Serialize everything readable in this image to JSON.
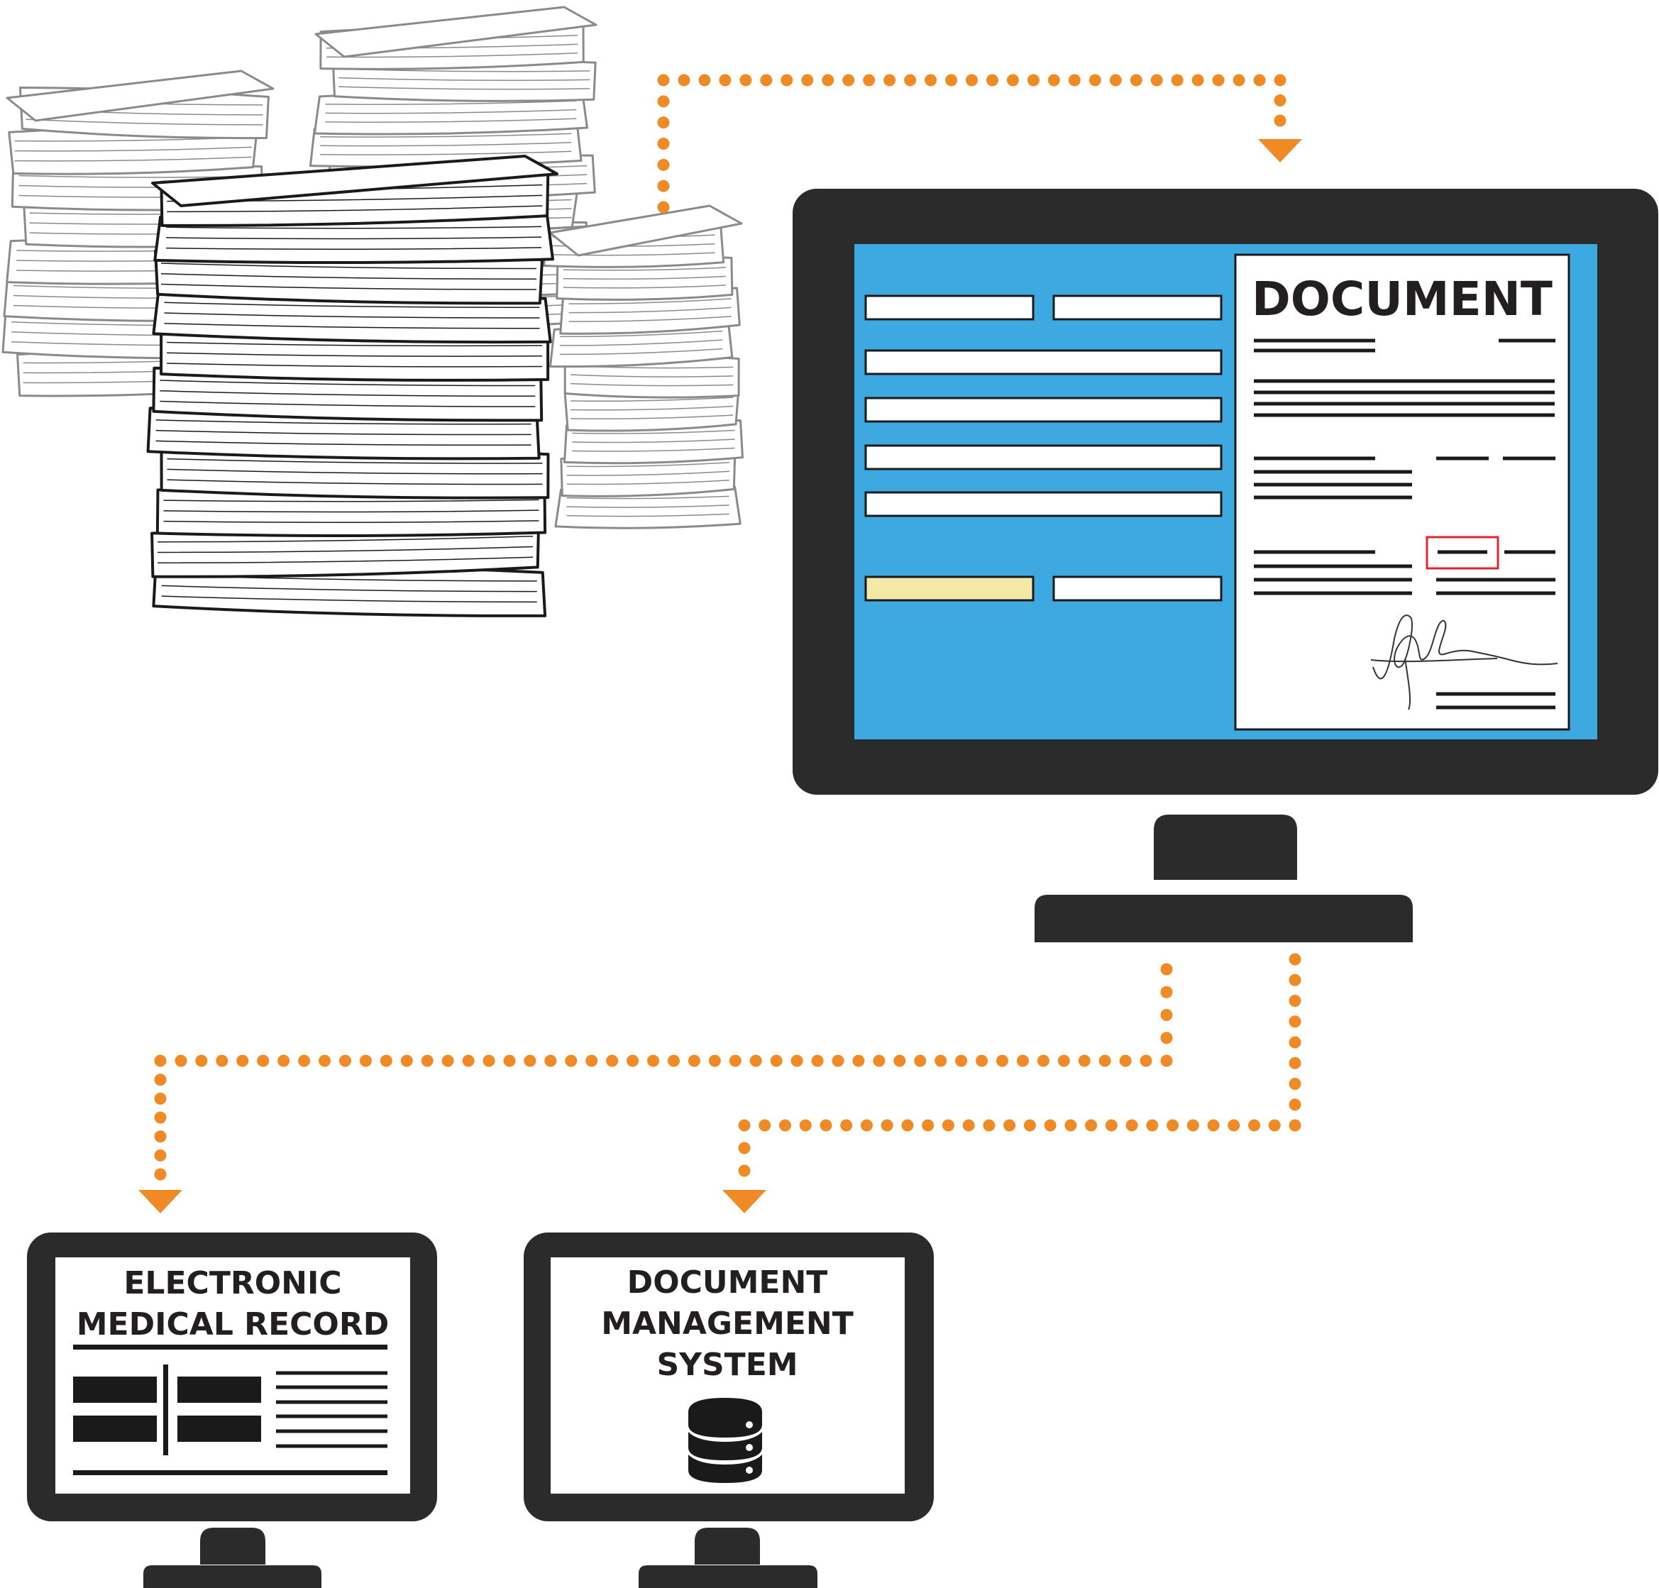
{
  "colors": {
    "frame": "#2b2b2b",
    "screen": "#3ea9e0",
    "connector": "#f08a24",
    "highlight_field": "#f4e8a6",
    "signature_box": "#e0262b",
    "paper_stroke": "#1a1a1a",
    "paper_back_stroke": "#8a8a8a"
  },
  "icons": {
    "paper_stack": "paper-stack-icon",
    "database": "database-icon",
    "signature": "signature-icon"
  },
  "main_monitor": {
    "document_title": "DOCUMENT",
    "form_field_count": 8,
    "highlighted_field": 7
  },
  "emr_monitor": {
    "title_line1": "ELECTRONIC",
    "title_line2": "MEDICAL RECORD"
  },
  "dms_monitor": {
    "title_line1": "DOCUMENT",
    "title_line2": "MANAGEMENT",
    "title_line3": "SYSTEM"
  }
}
